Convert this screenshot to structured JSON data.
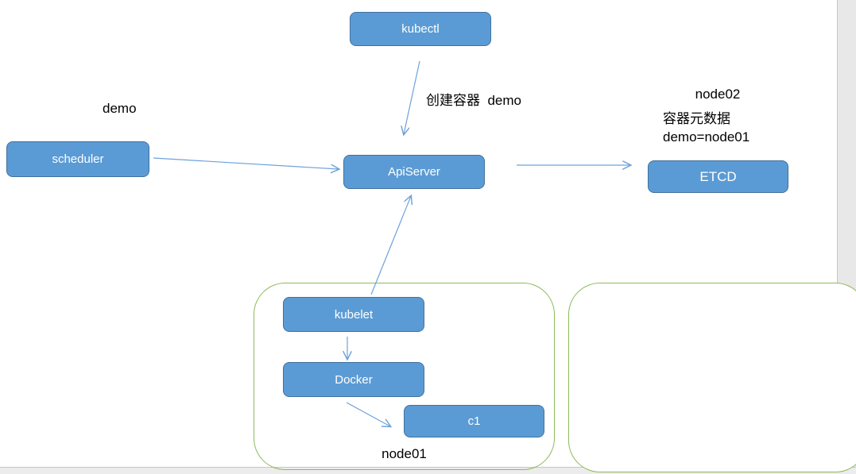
{
  "colors": {
    "shape_fill": "#5b9bd5",
    "shape_stroke": "#41719c",
    "shape_text": "#ffffff",
    "container_stroke": "#8cbb59",
    "arrow": "#6ea2dc",
    "label_text": "#000000",
    "gutter_bg": "#e8e8e8",
    "gutter_border": "#c6c6c6"
  },
  "shapes": [
    {
      "id": "kubectl",
      "label": "kubectl"
    },
    {
      "id": "scheduler",
      "label": "scheduler"
    },
    {
      "id": "apiserver",
      "label": "ApiServer"
    },
    {
      "id": "etcd",
      "label": "ETCD"
    },
    {
      "id": "kubelet",
      "label": "kubelet"
    },
    {
      "id": "docker",
      "label": "Docker"
    },
    {
      "id": "c1",
      "label": "c1"
    }
  ],
  "containers": [
    {
      "id": "node01",
      "label": "node01"
    },
    {
      "id": "node02",
      "label": "node02"
    }
  ],
  "annotations": [
    {
      "id": "scheduler-demo",
      "text": "demo"
    },
    {
      "id": "create-container-demo",
      "text": "创建容器  demo"
    },
    {
      "id": "etcd-metadata",
      "text": "容器元数据\ndemo=node01"
    }
  ],
  "edges": [
    {
      "from": "kubectl",
      "to": "apiserver"
    },
    {
      "from": "scheduler",
      "to": "apiserver"
    },
    {
      "from": "apiserver",
      "to": "etcd"
    },
    {
      "from": "kubelet",
      "to": "apiserver"
    },
    {
      "from": "kubelet",
      "to": "docker"
    },
    {
      "from": "docker",
      "to": "c1"
    }
  ]
}
